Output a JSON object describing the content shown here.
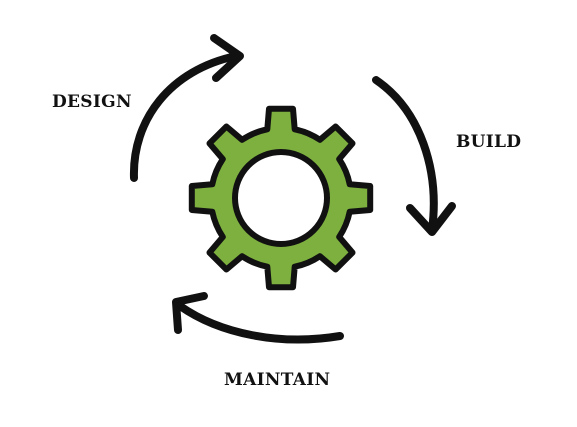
{
  "labels": {
    "design": "DESIGN",
    "build": "BUILD",
    "maintain": "MAINTAIN"
  },
  "colors": {
    "gear_fill": "#7db03f",
    "stroke": "#111111",
    "background": "#ffffff"
  },
  "icons": {
    "center": "gear-icon",
    "arrows": "cycle-arrow-icon"
  }
}
